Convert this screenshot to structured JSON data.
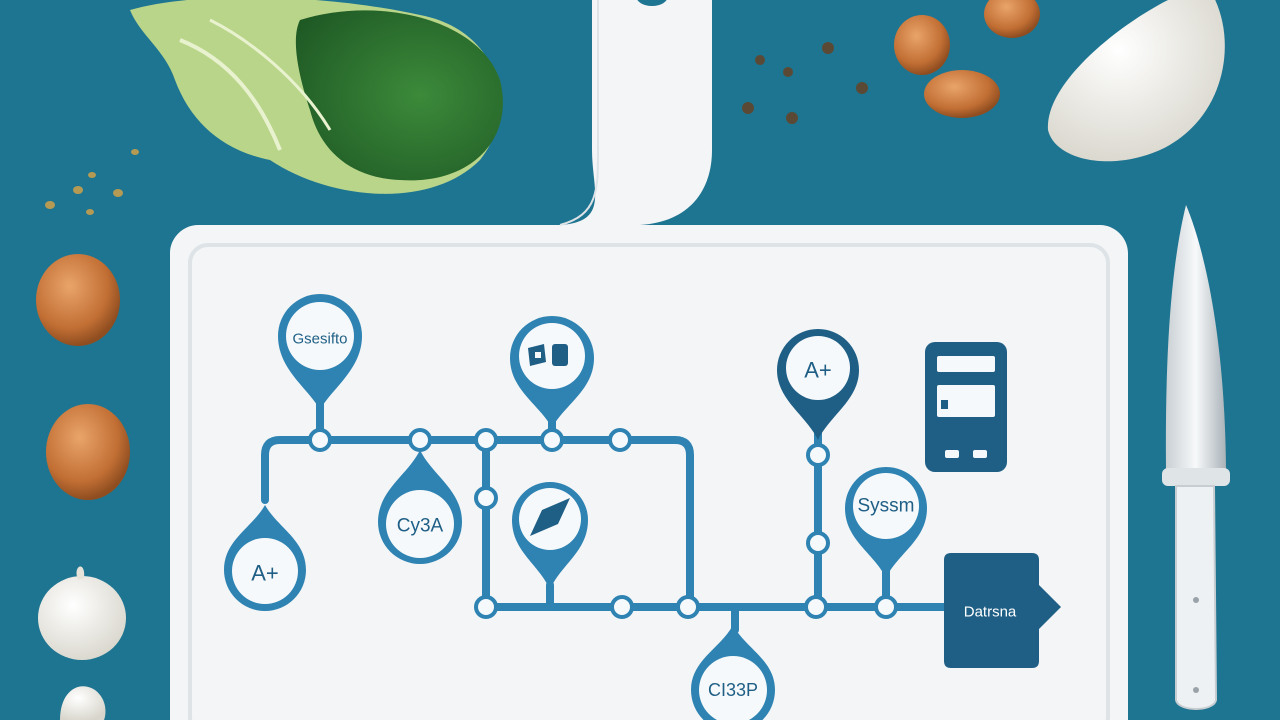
{
  "colors": {
    "background": "#1e7591",
    "board": "#f3f5f6",
    "diagram_blue": "#2e83b3",
    "diagram_dark": "#1f5f86"
  },
  "pins": {
    "pin_1": "Gsesifto",
    "pin_3": "A+",
    "pin_4": "Cy3A",
    "pin_5": "A+",
    "pin_6": "Syssm",
    "pin_7": "CI33P"
  },
  "box": {
    "label": "Datrsna"
  },
  "icons": {
    "pin_2": "devices-icon",
    "pin_arrow": "arrow-icon",
    "phone": "phone-icon"
  }
}
